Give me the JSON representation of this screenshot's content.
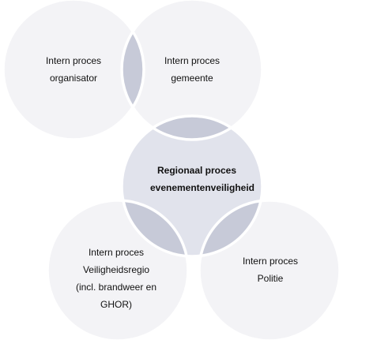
{
  "colors": {
    "circle_fill": "#f3f3f6",
    "center_fill": "#e1e3ec",
    "overlap_fill": "#c7cad8",
    "stroke": "#ffffff",
    "text": "#111111"
  },
  "diagram": {
    "circles": [
      {
        "id": "organisator",
        "lines": [
          "Intern proces",
          "organisator"
        ]
      },
      {
        "id": "gemeente",
        "lines": [
          "Intern proces",
          "gemeente"
        ]
      },
      {
        "id": "regionaal",
        "lines": [
          "Regionaal proces",
          "evenementenveiligheid"
        ]
      },
      {
        "id": "veiligheidsregio",
        "lines": [
          "Intern proces",
          "Veiligheidsregio",
          "(incl. brandweer en",
          "GHOR)"
        ]
      },
      {
        "id": "politie",
        "lines": [
          "Intern proces",
          "Politie"
        ]
      }
    ]
  }
}
